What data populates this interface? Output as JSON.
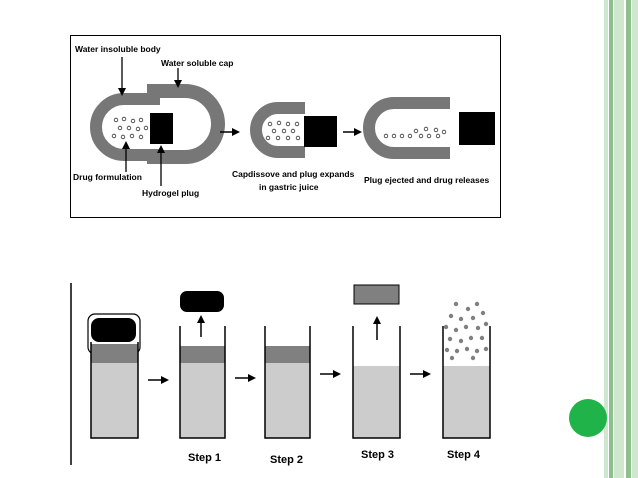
{
  "colors": {
    "capsule_gray": "#777777",
    "plug_black": "#000000",
    "fluid_gray": "#cccccc",
    "band_gray": "#808080",
    "accent_green": "#20b34a",
    "side_bar_dark": "#8dc08d",
    "side_bar_light": "#cfe6cf"
  },
  "top_diagram": {
    "labels": {
      "water_insoluble_body": "Water insoluble body",
      "water_soluble_cap": "Water soluble cap",
      "drug_formulation": "Drug formulation",
      "hydrogel_plug": "Hydrogel plug",
      "cap_dissolve_line1": "Capdissove and plug expands",
      "cap_dissolve_line2": "in gastric juice",
      "plug_ejected": "Plug ejected and drug releases"
    }
  },
  "bottom_diagram": {
    "steps": [
      "Step  1",
      "Step  2",
      "Step 3",
      "Step 4"
    ]
  }
}
